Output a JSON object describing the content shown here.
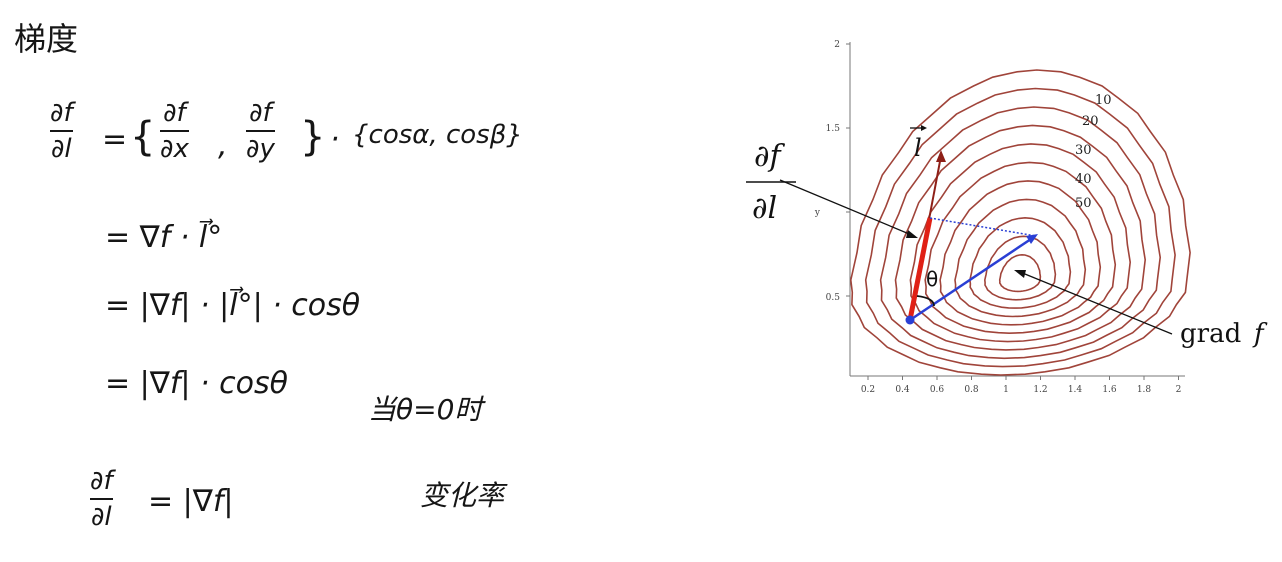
{
  "title": "梯度",
  "eq1": {
    "lhs_num": "∂f",
    "lhs_den": "∂l",
    "eq": "=",
    "brace_open": "{",
    "f1_num": "∂f",
    "f1_den": "∂x",
    "comma": ",",
    "f2_num": "∂f",
    "f2_den": "∂y",
    "brace_close": "}",
    "dot": "·",
    "rest": "{cosα, cosβ}"
  },
  "line2": "=  ∇f · l⃗°",
  "line3": "=  |∇f| · |l⃗°| · cosθ",
  "line4": "=  |∇f| · cosθ",
  "when_text": "当θ=0时",
  "final": {
    "num": "∂f",
    "den": "∂l",
    "rhs": "=  |∇f|"
  },
  "rate_text": "变化率",
  "plot": {
    "yticks": [
      "2",
      "1.5",
      "y",
      "0.5"
    ],
    "xticks": [
      "0.2",
      "0.4",
      "0.6",
      "0.8",
      "1",
      "1.2",
      "1.4",
      "1.6",
      "1.8",
      "2"
    ],
    "contour_labels": [
      "10",
      "20",
      "30",
      "40",
      "50"
    ],
    "dfdl_num": "∂f",
    "dfdl_den": "∂l",
    "l_label": "l",
    "theta_label": "θ",
    "grad_label": "grad",
    "grad_f": "f",
    "contour_color": "#a0443a",
    "grad_color": "#2a3fd4",
    "l_color": "#e02015"
  }
}
